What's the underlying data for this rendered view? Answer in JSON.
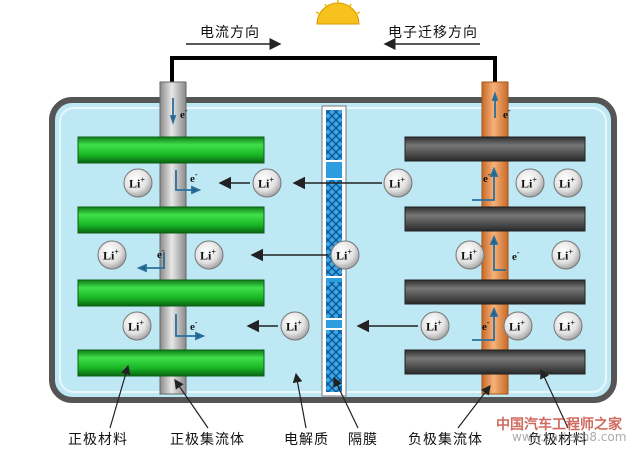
{
  "header": {
    "current_direction": "电流方向",
    "electron_direction": "电子迁移方向"
  },
  "particles": {
    "lithium_ion": "Li",
    "lithium_charge": "+",
    "electron": "e",
    "electron_charge": "-"
  },
  "labels": {
    "cathode_material": "正极材料",
    "cathode_collector": "正极集流体",
    "electrolyte": "电解质",
    "separator": "隔膜",
    "anode_collector": "负极集流体",
    "anode_material": "负极材料"
  },
  "watermark": {
    "line1": "中国汽车工程师之家",
    "line2": "www.cartech8.com"
  },
  "colors": {
    "cathode_green": "#1fbf2c",
    "anode_gray": "#555555",
    "electrolyte_blue": "#bfe8f5",
    "cathode_collector": "#b8b8b8",
    "anode_collector": "#e8914a",
    "separator_blue": "#2e9de0"
  }
}
